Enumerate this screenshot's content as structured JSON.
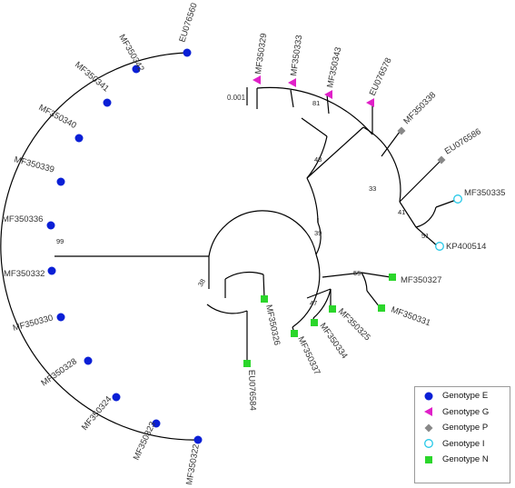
{
  "scale_bar": {
    "label": "0.001"
  },
  "genotype_styles": {
    "E": {
      "shape": "circle",
      "color": "#0a1fd6"
    },
    "G": {
      "shape": "triangle",
      "color": "#e020c8"
    },
    "P": {
      "shape": "diamond",
      "color": "#888888"
    },
    "I": {
      "shape": "open-circle",
      "color": "#25c8e8"
    },
    "N": {
      "shape": "square",
      "color": "#2bd62b"
    }
  },
  "legend": [
    {
      "label": "Genotype E",
      "genotype": "E"
    },
    {
      "label": "Genotype G",
      "genotype": "G"
    },
    {
      "label": "Genotype P",
      "genotype": "P"
    },
    {
      "label": "Genotype I",
      "genotype": "I"
    },
    {
      "label": "Genotype N",
      "genotype": "N"
    }
  ],
  "tips": [
    {
      "label": "EU076560",
      "genotype": "E"
    },
    {
      "label": "MF350342",
      "genotype": "E"
    },
    {
      "label": "MF350341",
      "genotype": "E"
    },
    {
      "label": "MF350340",
      "genotype": "E"
    },
    {
      "label": "MF350339",
      "genotype": "E"
    },
    {
      "label": "MF350336",
      "genotype": "E"
    },
    {
      "label": "MF350332",
      "genotype": "E"
    },
    {
      "label": "MF350330",
      "genotype": "E"
    },
    {
      "label": "MF350328",
      "genotype": "E"
    },
    {
      "label": "MF350324",
      "genotype": "E"
    },
    {
      "label": "MF350323",
      "genotype": "E"
    },
    {
      "label": "MF350322",
      "genotype": "E"
    },
    {
      "label": "MF350329",
      "genotype": "G"
    },
    {
      "label": "MF350333",
      "genotype": "G"
    },
    {
      "label": "MF350343",
      "genotype": "G"
    },
    {
      "label": "EU076578",
      "genotype": "G"
    },
    {
      "label": "MF350338",
      "genotype": "P"
    },
    {
      "label": "EU076586",
      "genotype": "P"
    },
    {
      "label": "MF350335",
      "genotype": "I"
    },
    {
      "label": "KP400514",
      "genotype": "I"
    },
    {
      "label": "MF350327",
      "genotype": "N"
    },
    {
      "label": "MF350331",
      "genotype": "N"
    },
    {
      "label": "MF350325",
      "genotype": "N"
    },
    {
      "label": "MF350334",
      "genotype": "N"
    },
    {
      "label": "MF350337",
      "genotype": "N"
    },
    {
      "label": "MF350326",
      "genotype": "N"
    },
    {
      "label": "EU076584",
      "genotype": "N"
    }
  ],
  "bootstrap": [
    "99",
    "81",
    "48",
    "33",
    "41",
    "51",
    "39",
    "47",
    "55",
    "38"
  ]
}
